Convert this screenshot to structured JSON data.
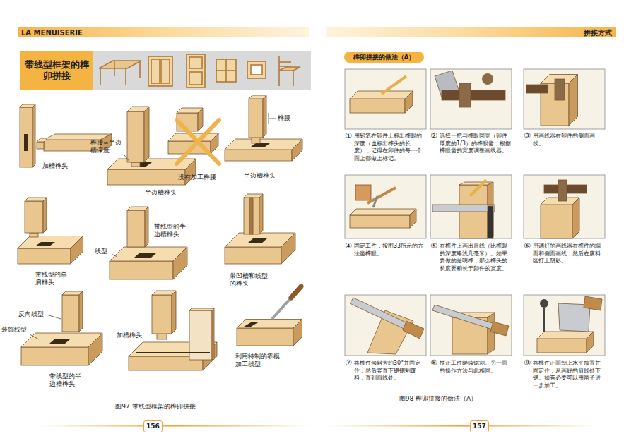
{
  "diagram": {
    "caption": "图97 带线型框架的榫卯拼接",
    "nodes": [
      {
        "text": [
          "LA MENUISERIE"
        ]
      },
      {
        "text": [
          "拼接方式"
        ]
      },
      {
        "text": [
          "带线型框架的榫卯拼接"
        ]
      },
      {
        "text": [
          "榫卯拼接的做法（A）"
        ]
      },
      {
        "text": [
          "156"
        ]
      },
      {
        "text": [
          "157"
        ]
      }
    ],
    "labels": [
      "加槽榫头",
      "榫腰=半边槽深度",
      "没有加工榫腰",
      "榫腰",
      "半边槽榫头",
      "半边槽榫头",
      "带线型的半边槽榫头",
      "线型",
      "带线型的单肩榫头",
      "带凹槽和线型的榫头",
      "反向线型",
      "装饰线型",
      "带线型的半边槽榫头",
      "加槽榫头",
      "利用特制的靠模加工线型",
      "①",
      "用铅笔在卯件上标出榫眼的深度（也标出榫头的长度），记得在卯件的每一个面上都做上标记。",
      "②",
      "选择一把与榫眼同宽（卯件厚度的1/3）的榫眼凿，根据榫眼凿的宽度调整画线器。",
      "③",
      "用画线器在卯件的侧面画线。",
      "④",
      "固定工件，按图33所示的方法凿榫眼。",
      "⑤",
      "在榫件上画出肩线（比榫眼的深度略浅几毫米）。如果要做的是明榫，那么榫头的长度要稍长于卯件的宽度。",
      "⑥",
      "用调好的画线器在榫件的端面和侧面画线，然后在废料区打上阴影。",
      "⑦",
      "将榫件倾斜大约30°并固定住，然后竖直下锯锯割废料，直到肩线处。",
      "⑧",
      "扶正工件继续锯割。另一面的操作方法与此相同。",
      "⑨",
      "将榫件正面朝上水平放置并固定住，从画好的肩线处下锯。如有必要可以用凿子进一步加工。",
      "图98 榫卯拼接的做法（A）"
    ]
  }
}
